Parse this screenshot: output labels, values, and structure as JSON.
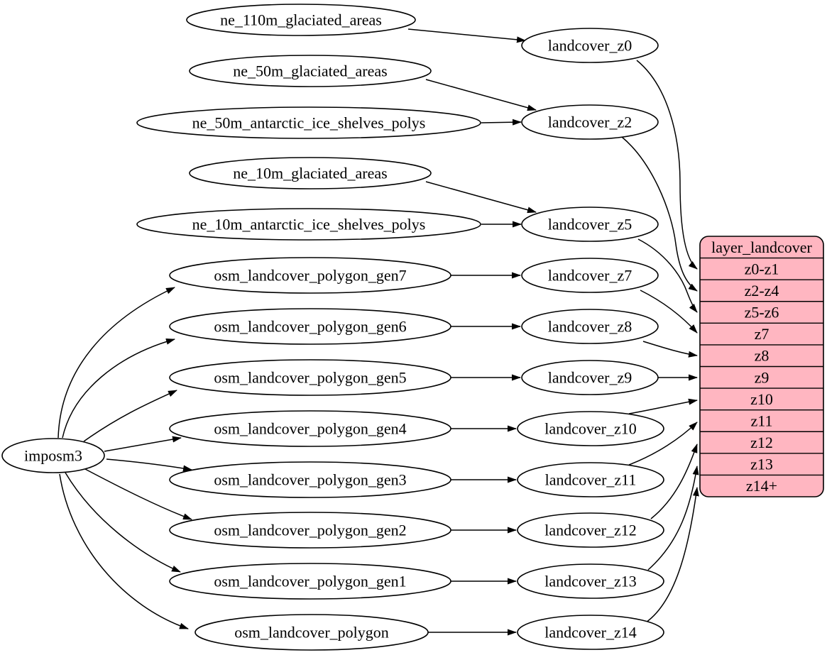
{
  "diagram": {
    "background": "#ffffff",
    "node_fill": "#ffffff",
    "node_stroke": "#000000",
    "edge_color": "#000000",
    "table_fill": "#ffb6c1",
    "text_color": "#000000"
  },
  "nodes": {
    "imposm3": {
      "label": "imposm3"
    },
    "ne_110m_glaciated_areas": {
      "label": "ne_110m_glaciated_areas"
    },
    "ne_50m_glaciated_areas": {
      "label": "ne_50m_glaciated_areas"
    },
    "ne_50m_antarctic_ice_shelves_polys": {
      "label": "ne_50m_antarctic_ice_shelves_polys"
    },
    "ne_10m_glaciated_areas": {
      "label": "ne_10m_glaciated_areas"
    },
    "ne_10m_antarctic_ice_shelves_polys": {
      "label": "ne_10m_antarctic_ice_shelves_polys"
    },
    "osm_landcover_polygon_gen7": {
      "label": "osm_landcover_polygon_gen7"
    },
    "osm_landcover_polygon_gen6": {
      "label": "osm_landcover_polygon_gen6"
    },
    "osm_landcover_polygon_gen5": {
      "label": "osm_landcover_polygon_gen5"
    },
    "osm_landcover_polygon_gen4": {
      "label": "osm_landcover_polygon_gen4"
    },
    "osm_landcover_polygon_gen3": {
      "label": "osm_landcover_polygon_gen3"
    },
    "osm_landcover_polygon_gen2": {
      "label": "osm_landcover_polygon_gen2"
    },
    "osm_landcover_polygon_gen1": {
      "label": "osm_landcover_polygon_gen1"
    },
    "osm_landcover_polygon": {
      "label": "osm_landcover_polygon"
    },
    "landcover_z0": {
      "label": "landcover_z0"
    },
    "landcover_z2": {
      "label": "landcover_z2"
    },
    "landcover_z5": {
      "label": "landcover_z5"
    },
    "landcover_z7": {
      "label": "landcover_z7"
    },
    "landcover_z8": {
      "label": "landcover_z8"
    },
    "landcover_z9": {
      "label": "landcover_z9"
    },
    "landcover_z10": {
      "label": "landcover_z10"
    },
    "landcover_z11": {
      "label": "landcover_z11"
    },
    "landcover_z12": {
      "label": "landcover_z12"
    },
    "landcover_z13": {
      "label": "landcover_z13"
    },
    "landcover_z14": {
      "label": "landcover_z14"
    }
  },
  "table": {
    "id": "layer_landcover",
    "title": "layer_landcover",
    "rows": [
      "z0-z1",
      "z2-z4",
      "z5-z6",
      "z7",
      "z8",
      "z9",
      "z10",
      "z11",
      "z12",
      "z13",
      "z14+"
    ]
  },
  "edges": [
    {
      "from": "ne_110m_glaciated_areas",
      "to": "landcover_z0"
    },
    {
      "from": "ne_50m_glaciated_areas",
      "to": "landcover_z2"
    },
    {
      "from": "ne_50m_antarctic_ice_shelves_polys",
      "to": "landcover_z2"
    },
    {
      "from": "ne_10m_glaciated_areas",
      "to": "landcover_z5"
    },
    {
      "from": "ne_10m_antarctic_ice_shelves_polys",
      "to": "landcover_z5"
    },
    {
      "from": "imposm3",
      "to": "osm_landcover_polygon_gen7"
    },
    {
      "from": "imposm3",
      "to": "osm_landcover_polygon_gen6"
    },
    {
      "from": "imposm3",
      "to": "osm_landcover_polygon_gen5"
    },
    {
      "from": "imposm3",
      "to": "osm_landcover_polygon_gen4"
    },
    {
      "from": "imposm3",
      "to": "osm_landcover_polygon_gen3"
    },
    {
      "from": "imposm3",
      "to": "osm_landcover_polygon_gen2"
    },
    {
      "from": "imposm3",
      "to": "osm_landcover_polygon_gen1"
    },
    {
      "from": "imposm3",
      "to": "osm_landcover_polygon"
    },
    {
      "from": "osm_landcover_polygon_gen7",
      "to": "landcover_z7"
    },
    {
      "from": "osm_landcover_polygon_gen6",
      "to": "landcover_z8"
    },
    {
      "from": "osm_landcover_polygon_gen5",
      "to": "landcover_z9"
    },
    {
      "from": "osm_landcover_polygon_gen4",
      "to": "landcover_z10"
    },
    {
      "from": "osm_landcover_polygon_gen3",
      "to": "landcover_z11"
    },
    {
      "from": "osm_landcover_polygon_gen2",
      "to": "landcover_z12"
    },
    {
      "from": "osm_landcover_polygon_gen1",
      "to": "landcover_z13"
    },
    {
      "from": "osm_landcover_polygon",
      "to": "landcover_z14"
    },
    {
      "from": "landcover_z0",
      "to": "layer_landcover:z0-z1"
    },
    {
      "from": "landcover_z2",
      "to": "layer_landcover:z2-z4"
    },
    {
      "from": "landcover_z5",
      "to": "layer_landcover:z5-z6"
    },
    {
      "from": "landcover_z7",
      "to": "layer_landcover:z7"
    },
    {
      "from": "landcover_z8",
      "to": "layer_landcover:z8"
    },
    {
      "from": "landcover_z9",
      "to": "layer_landcover:z9"
    },
    {
      "from": "landcover_z10",
      "to": "layer_landcover:z10"
    },
    {
      "from": "landcover_z11",
      "to": "layer_landcover:z11"
    },
    {
      "from": "landcover_z12",
      "to": "layer_landcover:z12"
    },
    {
      "from": "landcover_z13",
      "to": "layer_landcover:z13"
    },
    {
      "from": "landcover_z14",
      "to": "layer_landcover:z14+"
    }
  ]
}
